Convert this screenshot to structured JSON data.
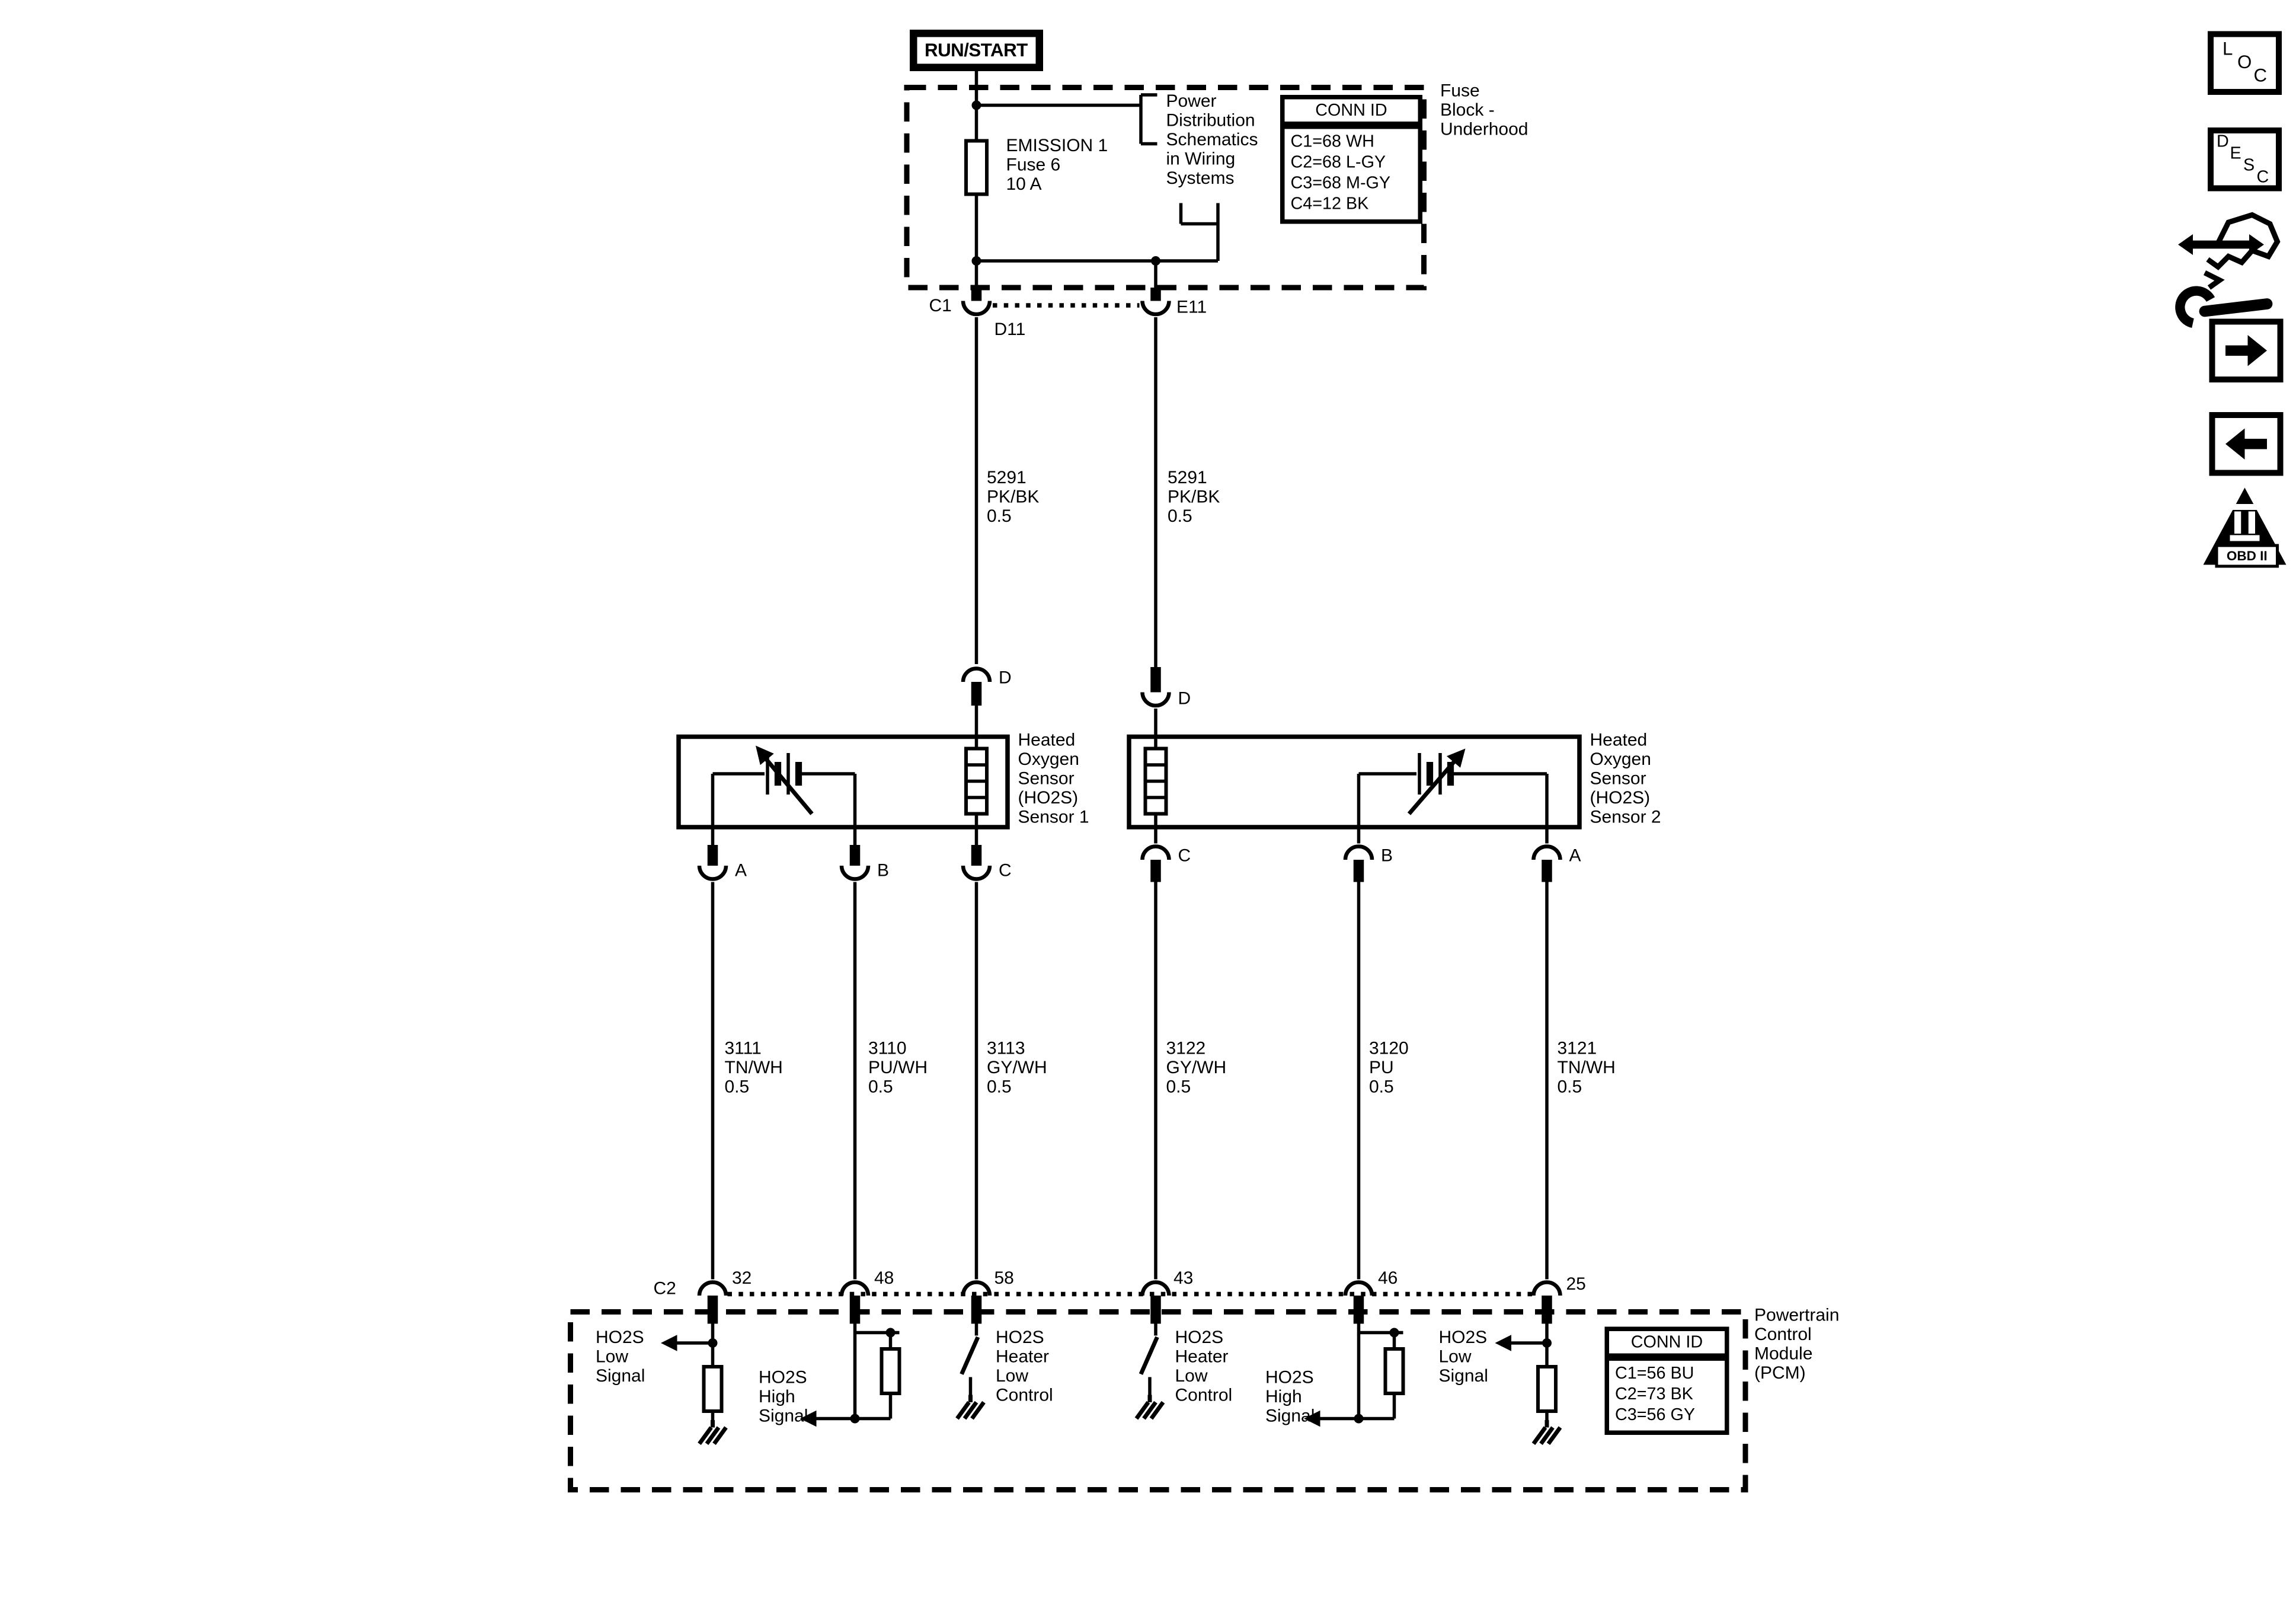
{
  "power": {
    "source_label": "RUN/START",
    "fuse": "EMISSION 1\nFuse 6\n10 A",
    "reference": "Power\nDistribution\nSchematics\nin Wiring\nSystems",
    "conn_table": {
      "header": "CONN ID",
      "rows": [
        "C1=68 WH",
        "C2=68 L-GY",
        "C3=68 M-GY",
        "C4=12 BK"
      ]
    },
    "block_name": "Fuse\nBlock -\nUnderhood"
  },
  "inline_connector": {
    "label": "C1",
    "pin_left": "D11",
    "pin_right": "E11"
  },
  "wire_labels": {
    "left_feed": "5291\nPK/BK\n0.5",
    "right_feed": "5291\nPK/BK\n0.5",
    "s1_a": "3111\nTN/WH\n0.5",
    "s1_b": "3110\nPU/WH\n0.5",
    "s1_c": "3113\nGY/WH\n0.5",
    "s2_c": "3122\nGY/WH\n0.5",
    "s2_b": "3120\nPU\n0.5",
    "s2_a": "3121\nTN/WH\n0.5"
  },
  "sensor1": {
    "name": "Heated\nOxygen\nSensor\n(HO2S)\nSensor 1",
    "pin_d": "D",
    "pin_a": "A",
    "pin_b": "B",
    "pin_c": "C"
  },
  "sensor2": {
    "name": "Heated\nOxygen\nSensor\n(HO2S)\nSensor 2",
    "pin_d": "D",
    "pin_c": "C",
    "pin_b": "B",
    "pin_a": "A"
  },
  "pcm": {
    "connector_label": "C2",
    "pins": {
      "p32": "32",
      "p48": "48",
      "p58": "58",
      "p43": "43",
      "p46": "46",
      "p25": "25"
    },
    "functions": {
      "low_signal_1": "HO2S\nLow\nSignal",
      "high_signal_1": "HO2S\nHigh\nSignal",
      "heater_low_1": "HO2S\nHeater\nLow\nControl",
      "heater_low_2": "HO2S\nHeater\nLow\nControl",
      "high_signal_2": "HO2S\nHigh\nSignal",
      "low_signal_2": "HO2S\nLow\nSignal"
    },
    "conn_table": {
      "header": "CONN ID",
      "rows": [
        "C1=56 BU",
        "C2=73 BK",
        "C3=56 GY"
      ]
    },
    "name": "Powertrain\nControl\nModule\n(PCM)"
  },
  "sidebar": {
    "loc": [
      "L",
      "O",
      "C"
    ],
    "desc": [
      "D",
      "E",
      "S",
      "C"
    ],
    "obd_label": "OBD II"
  },
  "colors": {
    "ink": "#000000",
    "paper": "#ffffff"
  }
}
